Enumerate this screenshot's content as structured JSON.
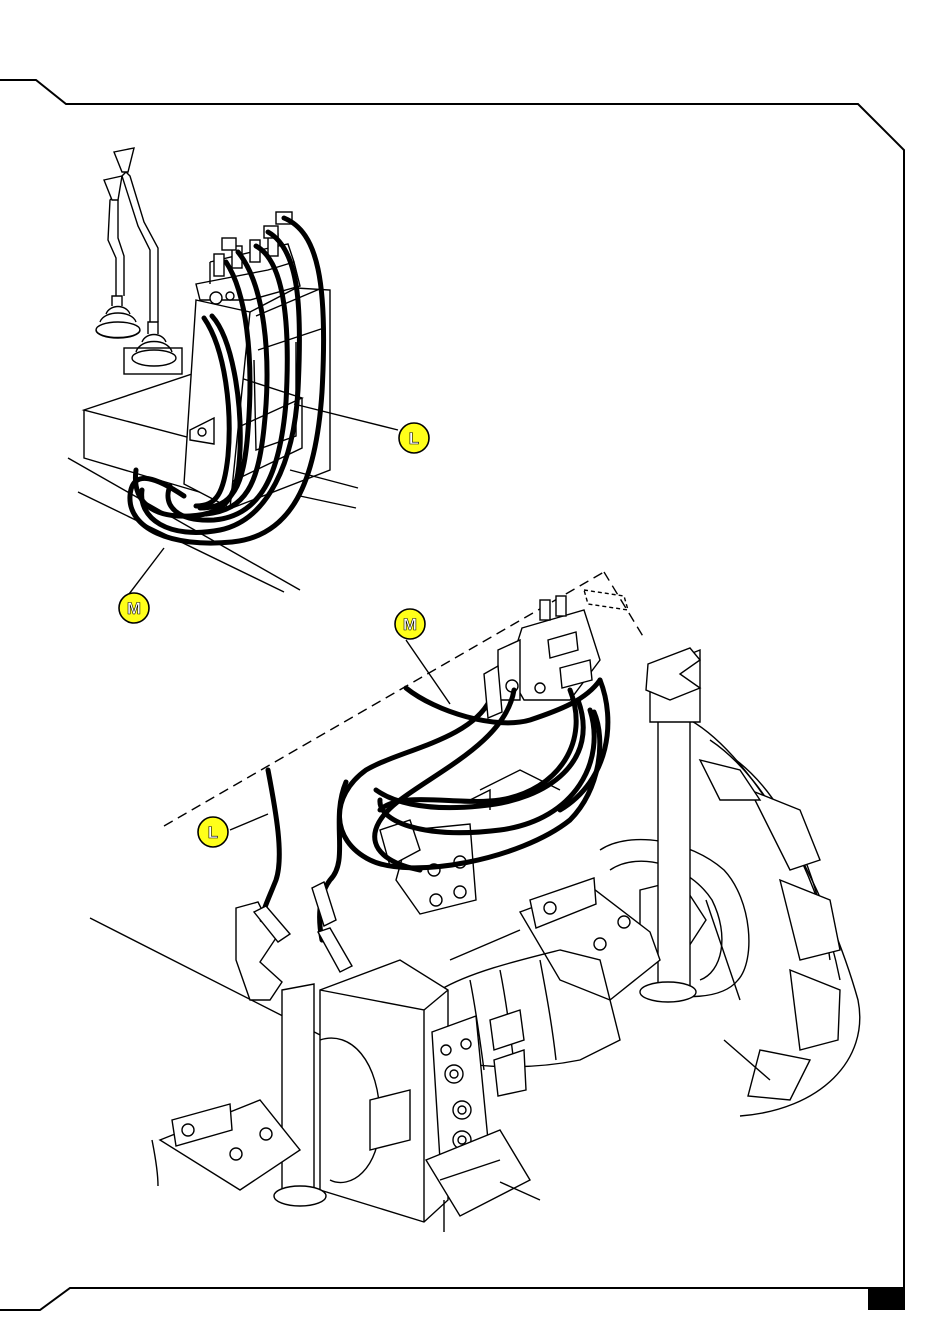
{
  "figure": {
    "callouts": [
      {
        "id": "upper-L",
        "label": "L"
      },
      {
        "id": "upper-M",
        "label": "M"
      },
      {
        "id": "lower-M",
        "label": "M"
      },
      {
        "id": "lower-L",
        "label": "L"
      }
    ],
    "colors": {
      "line": "#000000",
      "background": "#ffffff",
      "callout_fill": "#ffff1a",
      "callout_stroke": "#000000",
      "page_marker": "#000000"
    }
  }
}
